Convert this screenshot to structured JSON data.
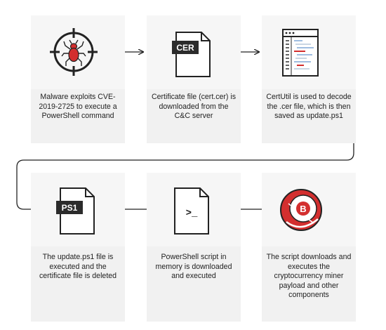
{
  "steps": [
    {
      "id": "exploit",
      "icon": "bug-in-crosshair-icon",
      "text": "Malware exploits CVE-2019-2725 to execute a PowerShell command"
    },
    {
      "id": "certificate",
      "icon": "cer-file-icon",
      "badge": "CER",
      "text": "Certificate file (cert.cer) is downloaded from the C&C server"
    },
    {
      "id": "certutil",
      "icon": "code-window-icon",
      "text": "CertUtil is used to decode the .cer file, which is then saved as update.ps1"
    },
    {
      "id": "ps1",
      "icon": "ps1-file-icon",
      "badge": "PS1",
      "text": "The update.ps1 file is executed and the certificate file is deleted"
    },
    {
      "id": "powershell",
      "icon": "powershell-prompt-file-icon",
      "prompt": ">_",
      "text": "PowerShell script in memory is downloaded and executed"
    },
    {
      "id": "miner",
      "icon": "bitcoin-coin-icon",
      "coin_letter": "B",
      "text": "The script downloads and executes the cryptocurrency miner payload and other components"
    }
  ],
  "colors": {
    "accent": "#d32f2f",
    "dark": "#222222",
    "card": "#f1f1f1",
    "code_lines": "#9fbde0"
  }
}
